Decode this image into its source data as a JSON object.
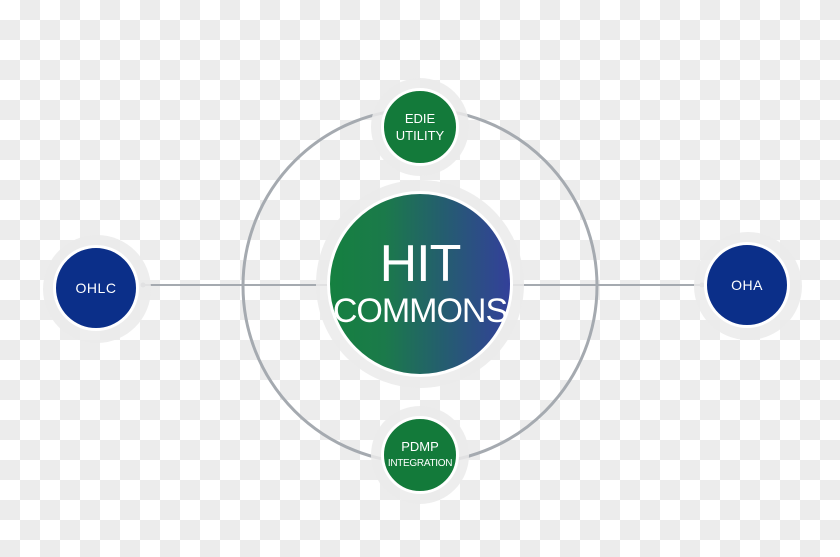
{
  "diagram": {
    "center": {
      "line1": "HIT",
      "line2": "COMMONS",
      "gradient_start": "#158040",
      "gradient_end": "#33409a"
    },
    "top_node": {
      "line1": "EDIE",
      "line2": "UTILITY",
      "color": "#137a3a"
    },
    "bottom_node": {
      "line1": "PDMP",
      "line2": "INTEGRATION",
      "color": "#137a3a"
    },
    "left_node": {
      "label": "OHLC",
      "color": "#0b2f89"
    },
    "right_node": {
      "label": "OHA",
      "color": "#0b2f89"
    },
    "connector_color": "#a5aab0",
    "orbit_color": "#a5aab0"
  }
}
